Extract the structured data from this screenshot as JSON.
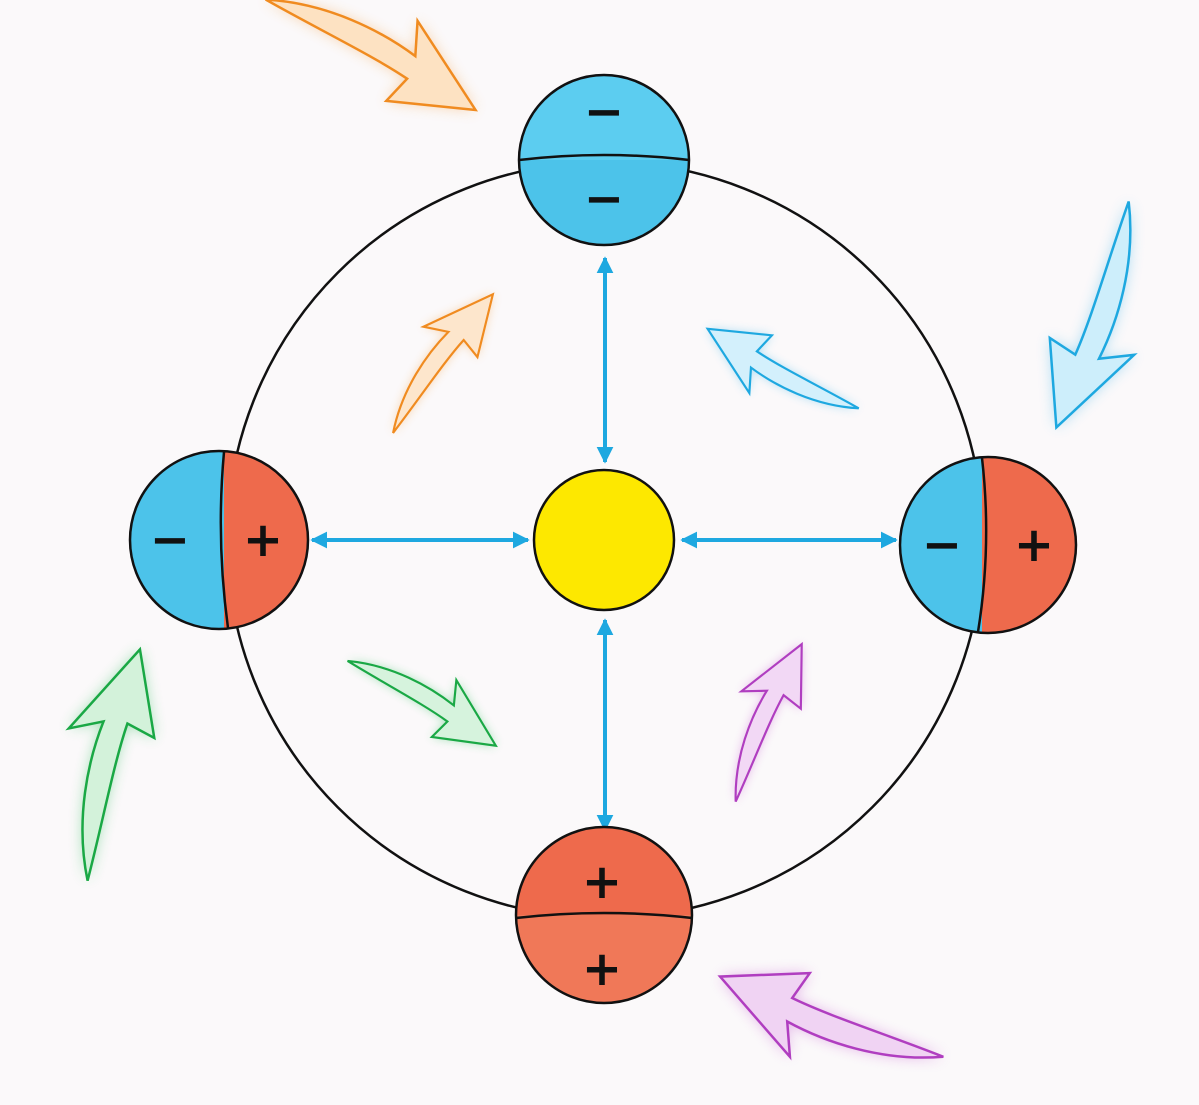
{
  "colors": {
    "background": "#fbf9fa",
    "negative": "#4cc3ea",
    "positive": "#ee6a4c",
    "center": "#fde800",
    "connector": "#1ea8e0",
    "outline": "#111111",
    "arrow_orange": "#f3a24a",
    "arrow_blue": "#47b7ea",
    "arrow_green": "#35c060",
    "arrow_purple": "#c45ad0"
  },
  "nodes": {
    "top": {
      "upper": "−",
      "lower": "−"
    },
    "left": {
      "left": "−",
      "right": "+"
    },
    "right": {
      "left": "−",
      "right": "+"
    },
    "bottom": {
      "upper": "+",
      "lower": "+"
    }
  },
  "icons": {
    "center_marker": "yellow-circle",
    "connectors": "double-headed-arrow",
    "flow_arrows": "curved-arrow"
  }
}
